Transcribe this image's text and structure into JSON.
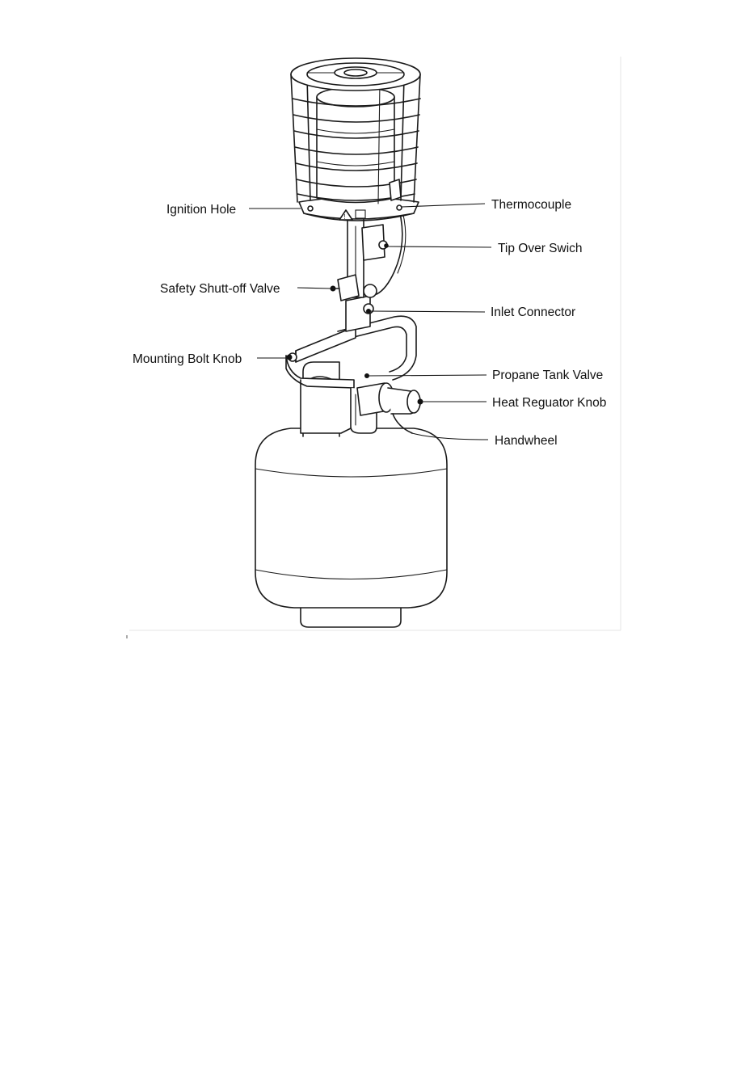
{
  "diagram": {
    "colors": {
      "line": "#1a1a1a",
      "background": "#ffffff",
      "label": "#111111"
    },
    "labels": [
      {
        "id": "ignition-hole",
        "text": "Ignition Hole"
      },
      {
        "id": "thermocouple",
        "text": "Thermocouple"
      },
      {
        "id": "tip-over-switch",
        "text": "Tip Over Swich"
      },
      {
        "id": "safety-shutoff-valve",
        "text": "Safety Shutt-off Valve"
      },
      {
        "id": "inlet-connector",
        "text": "Inlet Connector"
      },
      {
        "id": "mounting-bolt-knob",
        "text": "Mounting Bolt Knob"
      },
      {
        "id": "propane-tank-valve",
        "text": "Propane Tank Valve"
      },
      {
        "id": "heat-regulator-knob",
        "text": "Heat Reguator Knob"
      },
      {
        "id": "handwheel",
        "text": "Handwheel"
      }
    ]
  }
}
